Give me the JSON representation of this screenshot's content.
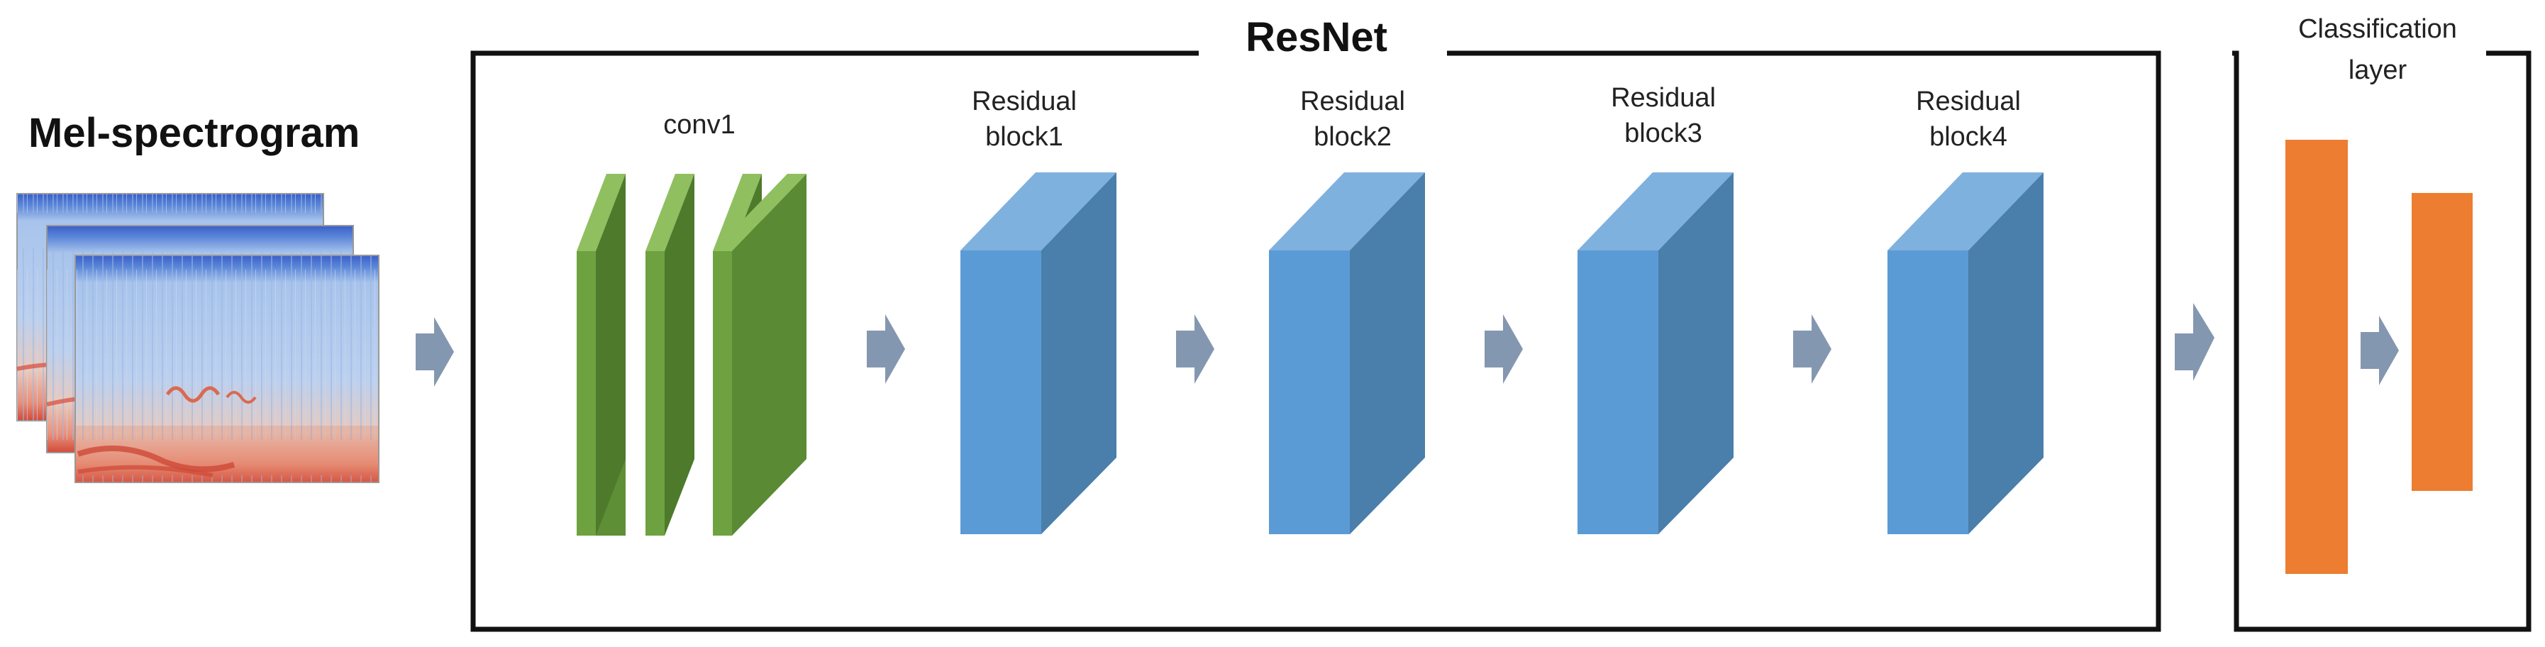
{
  "input": {
    "title": "Mel-spectrogram"
  },
  "resnet": {
    "title": "ResNet",
    "conv1_label": "conv1",
    "blocks": [
      {
        "line1": "Residual",
        "line2": "block1"
      },
      {
        "line1": "Residual",
        "line2": "block2"
      },
      {
        "line1": "Residual",
        "line2": "block3"
      },
      {
        "line1": "Residual",
        "line2": "block4"
      }
    ]
  },
  "classifier": {
    "line1": "Classification",
    "line2": "layer"
  },
  "colors": {
    "conv_front": "#5e8f37",
    "conv_top": "#8fbf5f",
    "conv_side": "#4d7a2b",
    "block_front": "#5b9bd5",
    "block_top": "#7fb1de",
    "block_side": "#4a7eab",
    "arrow": "#8497b0",
    "dense": "#ed7d31",
    "frame": "#111111"
  }
}
